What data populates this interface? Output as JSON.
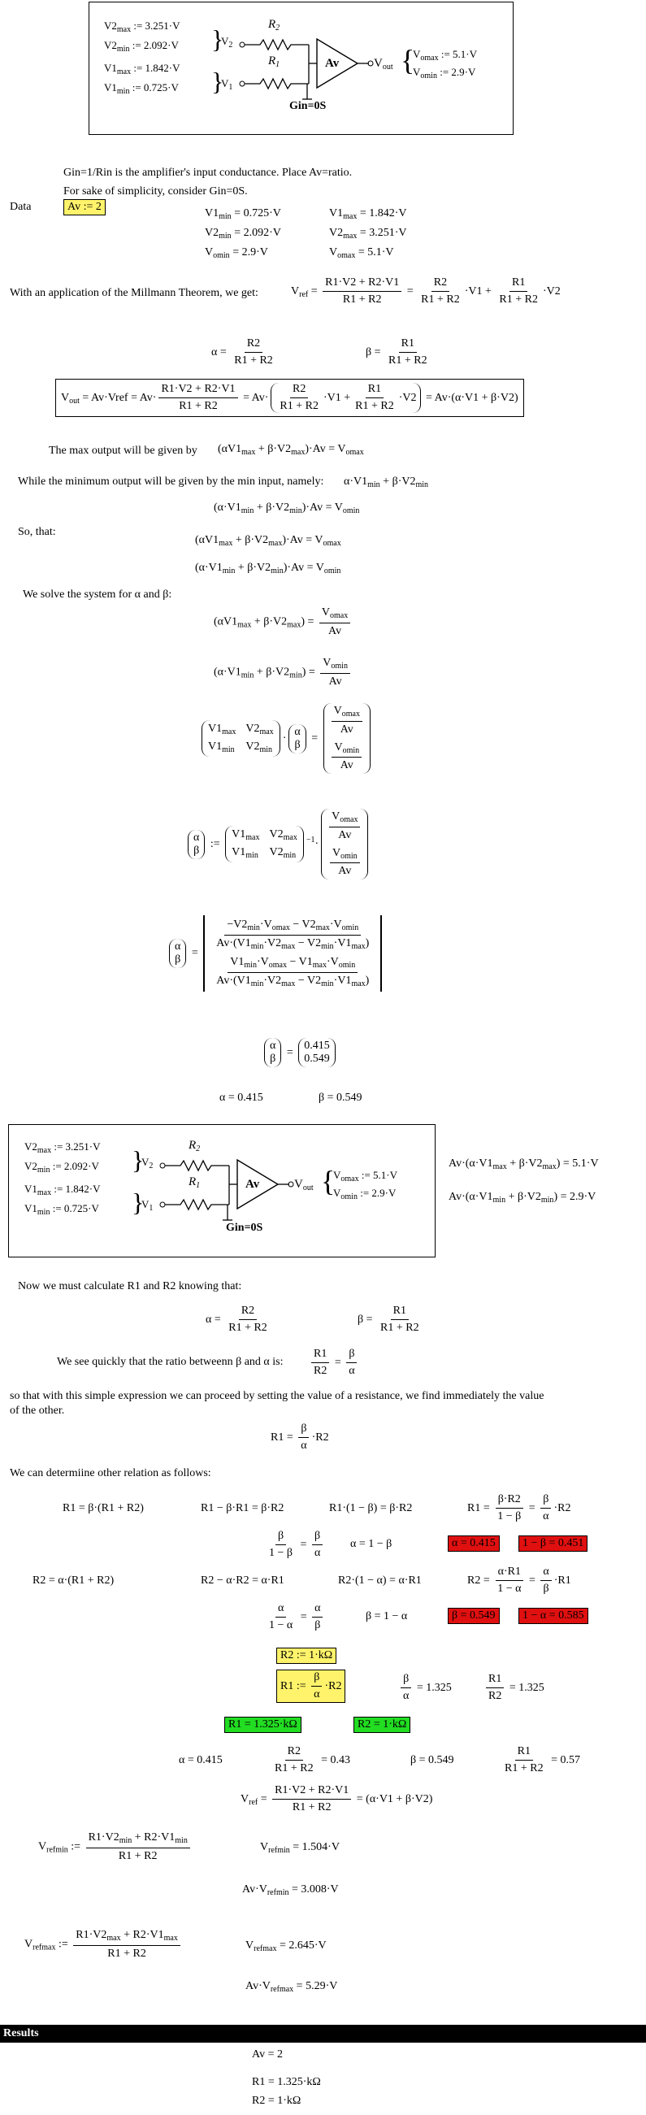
{
  "circuit": {
    "v2max": "V2<sub>max</sub> := 3.251·V",
    "v2min": "V2<sub>min</sub> := 2.092·V",
    "v1max": "V1<sub>max</sub> := 1.842·V",
    "v1min": "V1<sub>min</sub> := 0.725·V",
    "r2": "R<sub>2</sub>",
    "r1": "R<sub>1</sub>",
    "v2": "V<sub>2</sub>",
    "v1": "V<sub>1</sub>",
    "av": "Av",
    "vout": "V<sub>out</sub>",
    "vomax": "V<sub>omax</sub> := 5.1·V",
    "vomin": "V<sub>omin</sub> := 2.9·V",
    "gin": "Gin=0S"
  },
  "intro": {
    "line1": "Gin=1/Rin is the amplifier's input conductance. Place Av=ratio.",
    "line2": "For sake of simplicity, consider Gin=0S.",
    "data_label": "Data",
    "av_def": "Av := 2"
  },
  "data_values": {
    "v1min": "V1<sub>min</sub> = 0.725·V",
    "v1max": "V1<sub>max</sub> = 1.842·V",
    "v2min": "V2<sub>min</sub> = 2.092·V",
    "v2max": "V2<sub>max</sub> = 3.251·V",
    "vomin": "V<sub>omin</sub> = 2.9·V",
    "vomax": "V<sub>omax</sub> = 5.1·V"
  },
  "text": {
    "millmann": "With an application of  the Millmann Theorem, we get:",
    "maxout": "The max output will be given by",
    "minout": "While the minimum output will be given by the min input, namely:",
    "sothat": "So, that:",
    "solve": "We solve the system for α and β:",
    "alpha_res": "α = 0.415",
    "beta_res": "β = 0.549",
    "nowcalc": "Now we must calculate R1 and R2 knowing that:",
    "ratio": "We see quickly that the ratio betweenn β and α is:",
    "sothat2a": "so that with this simple expression we can proceed by setting the value of a resistance, we find immediately the value",
    "sothat2b": "of the other.",
    "other": "We can determiine other relation as follows:",
    "results": "Results"
  },
  "relations": {
    "a1": "R1 = β·(R1 + R2)",
    "a2": "R1 − β·R1 = β·R2",
    "a3": "R1·(1 − β) = β·R2",
    "alpha_red": "α = 0.415",
    "one_minus_beta_red": "1 − β = 0.451",
    "alpha_eq": "α = 1 − β",
    "b1": "R2 = α·(R1 + R2)",
    "b2": "R2 − α·R2 = α·R1",
    "b3": "R2·(1 − α) = α·R1",
    "beta_red": "β = 0.549",
    "one_minus_alpha_red": "1 − α = 0.585",
    "beta_eq": "β = 1 − α",
    "r2_def": "R2 := 1·kΩ",
    "ba_val": "= 1.325",
    "r1r2_val": "= 1.325",
    "r1_green": "R1 = 1.325·kΩ",
    "r2_green": "R2 = 1·kΩ",
    "alpha_v": "α = 0.415",
    "r2sum_v": "= 0.43",
    "beta_v": "β = 0.549",
    "r1sum_v": "= 0.57"
  },
  "refs": {
    "vrefmin_val": "V<sub>refmin</sub> = 1.504·V",
    "av_vrefmin": "Av·V<sub>refmin</sub> = 3.008·V",
    "vrefmax_val": "V<sub>refmax</sub> = 2.645·V",
    "av_vrefmax": "Av·V<sub>refmax</sub> = 5.29·V"
  },
  "results": {
    "av": "Av = 2",
    "r1": "R1 = 1.325·kΩ",
    "r2": "R2 = 1·kΩ"
  },
  "check": {
    "vmax": "Av·(α·V1<sub>max</sub> + β·V2<sub>max</sub>) = 5.1·V",
    "vmin": "Av·(α·V1<sub>min</sub> + β·V2<sub>min</sub>) = 2.9·V"
  }
}
